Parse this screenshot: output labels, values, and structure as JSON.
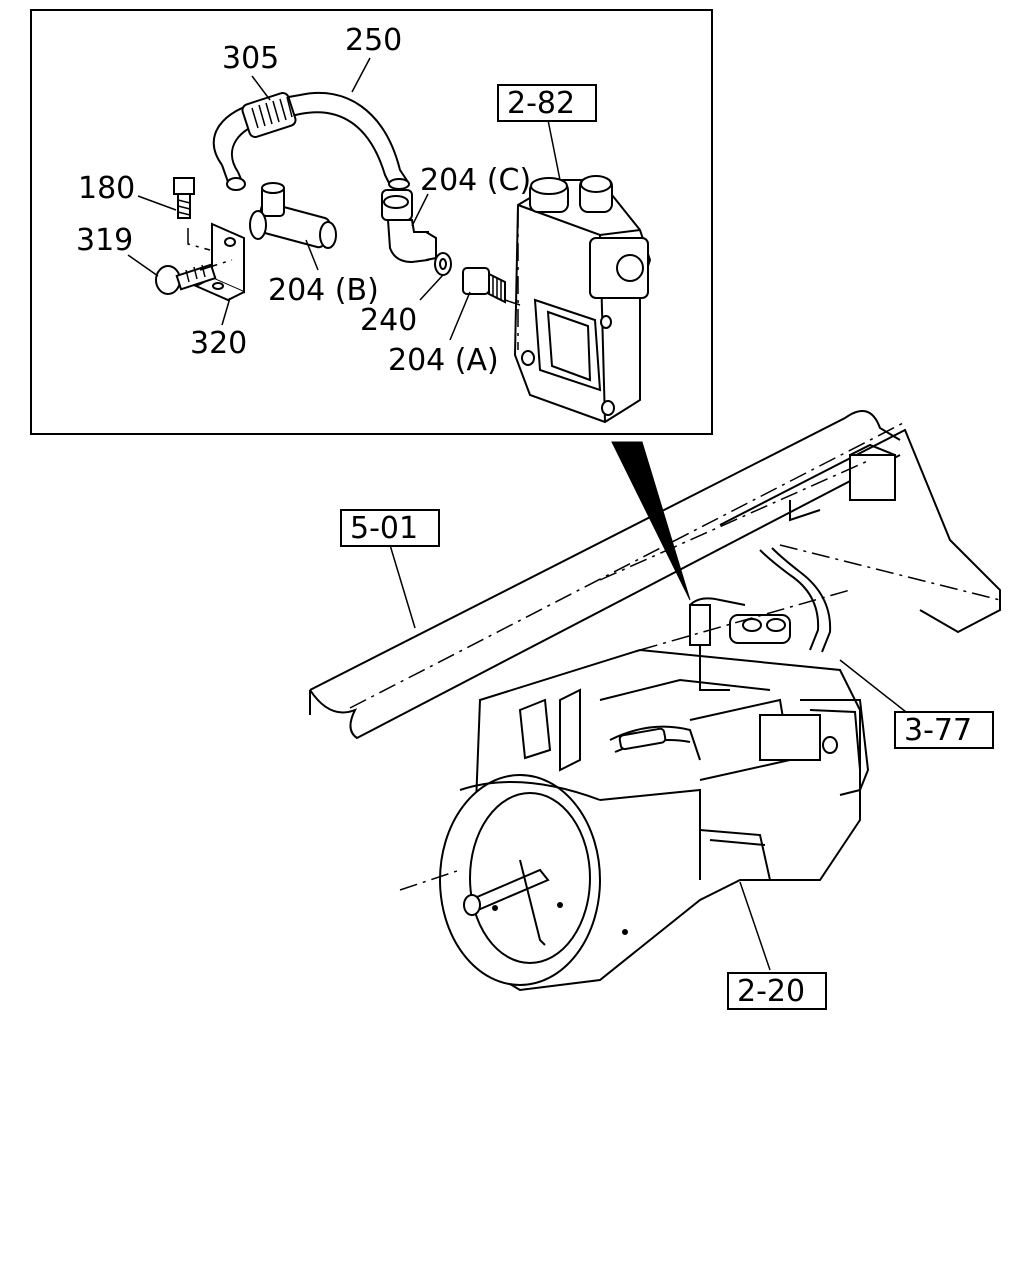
{
  "part_labels": {
    "p305": "305",
    "p250": "250",
    "p180": "180",
    "p319": "319",
    "p204b": "204 (B)",
    "p320": "320",
    "p204c": "204 (C)",
    "p240": "240",
    "p204a": "204 (A)"
  },
  "ref_boxes": {
    "r282": "2-82",
    "r501": "5-01",
    "r377": "3-77",
    "r220": "2-20"
  }
}
